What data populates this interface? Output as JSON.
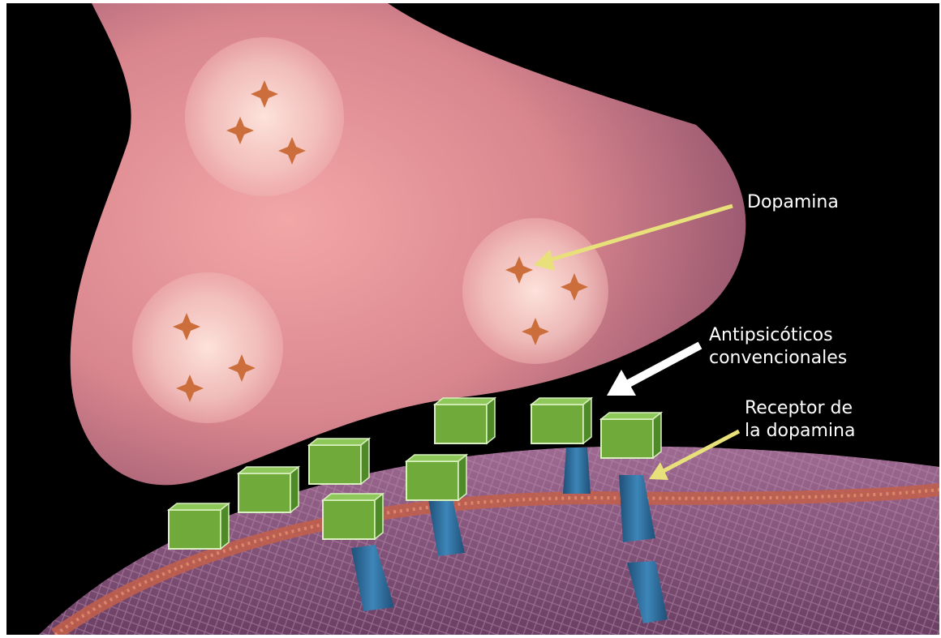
{
  "labels": {
    "dopamine": "Dopamina",
    "antipsychotics": [
      "Antipsicóticos",
      "convencionales"
    ],
    "receptor": [
      "Receptor de",
      "la dopamina"
    ]
  },
  "colors": {
    "background": "#000000",
    "presynaptic_neuron": "#d9868e",
    "postsynaptic_membrane": "#8c5a7e",
    "membrane_lipid_band": "#c35f4a",
    "vesicle": "#f3c9c4",
    "dopamine_molecule": "#cc6e3b",
    "antipsychotic_block": "#6faa3a",
    "receptor": "#2f6f9c",
    "arrow_yellow": "#e8e07a",
    "arrow_white": "#ffffff"
  }
}
